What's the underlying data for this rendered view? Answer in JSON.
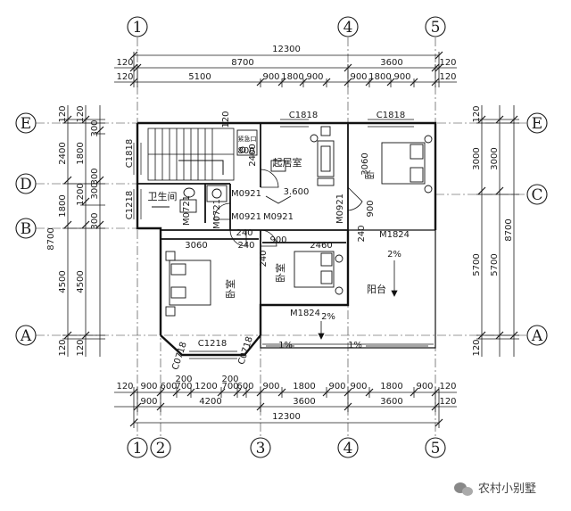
{
  "axes": {
    "top": [
      "1",
      "4",
      "5"
    ],
    "bottom": [
      "1",
      "2",
      "3",
      "4",
      "5"
    ],
    "left": [
      "E",
      "D",
      "B",
      "A"
    ],
    "right": [
      "E",
      "C",
      "A"
    ]
  },
  "dims_top": {
    "total": "12300",
    "row2": [
      "120",
      "8700",
      "3600",
      "120"
    ],
    "row3": [
      "120",
      "5100",
      "900",
      "1800",
      "900",
      "900",
      "1800",
      "900",
      "120"
    ]
  },
  "dims_bottom": {
    "row1": [
      "120",
      "900",
      "600",
      "700",
      "1200",
      "700",
      "600",
      "900",
      "1800",
      "900",
      "900",
      "1800",
      "900",
      "120"
    ],
    "row1_extra": [
      "200",
      "200"
    ],
    "row2": [
      "900",
      "4200",
      "3600",
      "3600",
      "120"
    ],
    "total": "12300"
  },
  "dims_left": {
    "outer": [
      "120",
      "2400",
      "1800",
      "8700",
      "4500",
      "120"
    ],
    "inner": [
      "120",
      "1800",
      "1200",
      "4500",
      "120"
    ],
    "small": [
      "300",
      "300",
      "300",
      "300"
    ]
  },
  "dims_right": {
    "outer": [
      "120",
      "3000",
      "8700",
      "5700",
      "120"
    ],
    "inner": [
      "3000",
      "5700"
    ]
  },
  "rooms": {
    "living": "起居室",
    "bath": "卫生间",
    "bedroom_left": "卧室",
    "bedroom_mid": "卧室",
    "bedroom_right": "卧",
    "balcony": "阳台"
  },
  "codes": {
    "c1818_a": "C1818",
    "c1818_b": "C1818",
    "c1818_v": "C1818",
    "c1218": "C1218",
    "c1218_bot": "C1218",
    "c0718_l": "C0718",
    "c0718_r": "C0718",
    "m0921_a": "M0921",
    "m0921_b": "M0921",
    "m0921_c": "M0921",
    "m0921_d": "M0921",
    "m0721_a": "M0721",
    "m0721_b": "M0721",
    "m1824_a": "M1824",
    "m1824_b": "M1824",
    "elev": "3.600",
    "slope_a": "2%",
    "slope_b": "2%",
    "slope_c": "1%",
    "slope_d": "1%",
    "n120": "120",
    "n2400": "2400",
    "n3060_a": "3060",
    "n3060_b": "3060",
    "n2460": "2460",
    "n240_a": "240",
    "n240_b": "240",
    "n240_c": "240",
    "n240_d": "240",
    "n900_a": "900",
    "n900_b": "900",
    "n800": "800",
    "water": "紧急口"
  },
  "watermark": "农村小别墅"
}
